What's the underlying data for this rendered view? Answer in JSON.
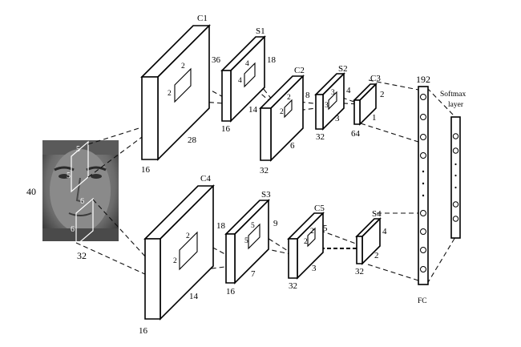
{
  "face": {
    "height_label": "40",
    "width_label": "32",
    "window_labels": [
      "5",
      "5",
      "6",
      "6"
    ]
  },
  "layers": {
    "C1": {
      "name": "C1",
      "maps": "36",
      "size": "28",
      "depth": "16",
      "kernel": [
        "2",
        "2"
      ]
    },
    "S1": {
      "name": "S1",
      "maps": "18",
      "size": "14",
      "depth": "16",
      "kernel": [
        "4",
        "4"
      ]
    },
    "C2": {
      "name": "C2",
      "maps": "8",
      "size": "6",
      "depth": "32",
      "kernel": [
        "2",
        "2"
      ]
    },
    "S2": {
      "name": "S2",
      "maps": "4",
      "size": "3",
      "depth": "32",
      "kernel": [
        "3",
        "3"
      ]
    },
    "C3": {
      "name": "C3",
      "maps": "2",
      "size": "1",
      "depth": "64"
    },
    "C4": {
      "name": "C4",
      "maps": "18",
      "size": "14",
      "depth": "16",
      "kernel": [
        "2",
        "2"
      ]
    },
    "S3": {
      "name": "S3",
      "maps": "9",
      "size": "7",
      "depth": "16",
      "kernel": [
        "5",
        "5"
      ]
    },
    "C5": {
      "name": "C5",
      "maps": "5",
      "size": "3",
      "depth": "32",
      "kernel": [
        "2",
        "2"
      ]
    },
    "S4": {
      "name": "S4",
      "maps": "4",
      "size": "2",
      "depth": "32"
    }
  },
  "fc": {
    "name": "FC",
    "units": "192"
  },
  "softmax": {
    "line1": "Softmax",
    "line2": "layer"
  }
}
